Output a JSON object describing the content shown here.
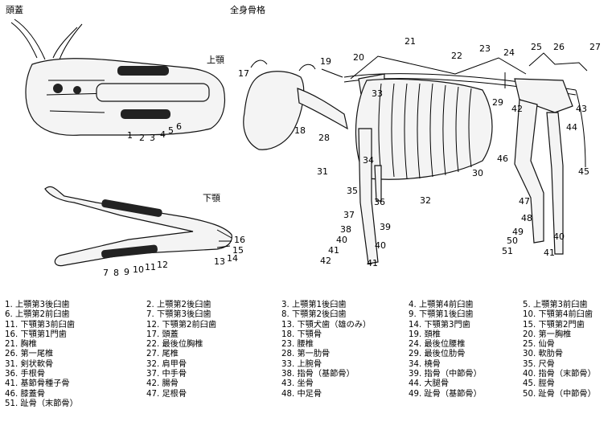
{
  "titles": {
    "skull": "頭蓋",
    "skeleton": "全身骨格",
    "upper_jaw": "上顎",
    "lower_jaw": "下顎"
  },
  "numbers": [
    "1",
    "2",
    "3",
    "4",
    "5",
    "6",
    "7",
    "8",
    "9",
    "10",
    "11",
    "12",
    "13",
    "14",
    "15",
    "16",
    "17",
    "18",
    "19",
    "20",
    "21",
    "22",
    "23",
    "24",
    "25",
    "26",
    "27",
    "28",
    "29",
    "30",
    "31",
    "32",
    "33",
    "34",
    "35",
    "36",
    "37",
    "38",
    "39",
    "40",
    "41",
    "42",
    "43",
    "44",
    "45",
    "46",
    "47",
    "48",
    "49",
    "50",
    "51"
  ],
  "legend": {
    "col1": [
      "1. 上顎第3後臼歯",
      "6. 上顎第2前臼歯",
      "11. 下顎第3前臼歯",
      "16. 下顎第1門歯",
      "21. 胸椎",
      "26. 第一尾椎",
      "31. 剣状軟骨",
      "36. 手根骨",
      "41. 基節骨種子骨",
      "46. 膝蓋骨",
      "51. 趾骨（末節骨）"
    ],
    "col2": [
      "2. 上顎第2後臼歯",
      "7. 下顎第3後臼歯",
      "12. 下顎第2前臼歯",
      "17. 頭蓋",
      "22. 最後位胸椎",
      "27. 尾椎",
      "32. 肩甲骨",
      "37. 中手骨",
      "42. 腸骨",
      "47. 足根骨"
    ],
    "col3": [
      "3. 上顎第1後臼歯",
      "8. 下顎第2後臼歯",
      "13. 下顎犬歯（雄のみ）",
      "18. 下顎骨",
      "23. 腰椎",
      "28. 第一肋骨",
      "33. 上腕骨",
      "38. 指骨（基節骨）",
      "43. 坐骨",
      "48. 中足骨"
    ],
    "col4": [
      "4. 上顎第4前臼歯",
      "9. 下顎第1後臼歯",
      "14. 下顎第3門歯",
      "19. 頚椎",
      "24. 最後位腰椎",
      "29. 最後位肋骨",
      "34. 橈骨",
      "39. 指骨（中節骨）",
      "44. 大腿骨",
      "49. 趾骨（基節骨）"
    ],
    "col5": [
      "5. 上顎第3前臼歯",
      "10. 下顎第4前臼歯",
      "15. 下顎第2門歯",
      "20. 第一胸椎",
      "25. 仙骨",
      "30. 軟肋骨",
      "35. 尺骨",
      "40. 指骨（末節骨）",
      "45. 脛骨",
      "50. 趾骨（中節骨）"
    ]
  }
}
